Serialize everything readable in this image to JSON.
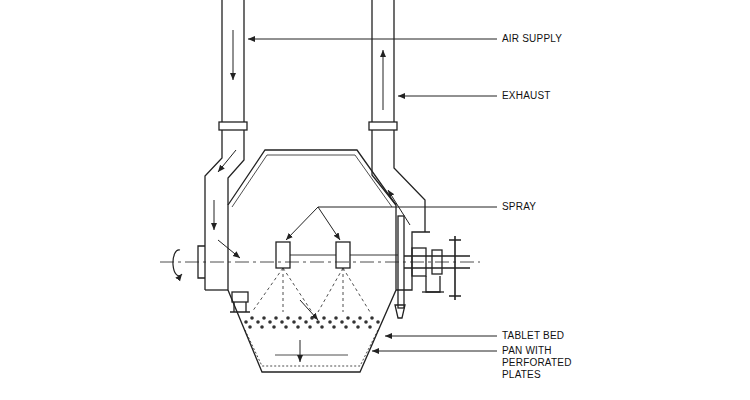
{
  "diagram": {
    "labels": [
      "AIR SUPPLY",
      "EXHAUST",
      "SPRAY",
      "TABLET BED",
      "PAN WITH PERFORATED PLATES"
    ]
  }
}
